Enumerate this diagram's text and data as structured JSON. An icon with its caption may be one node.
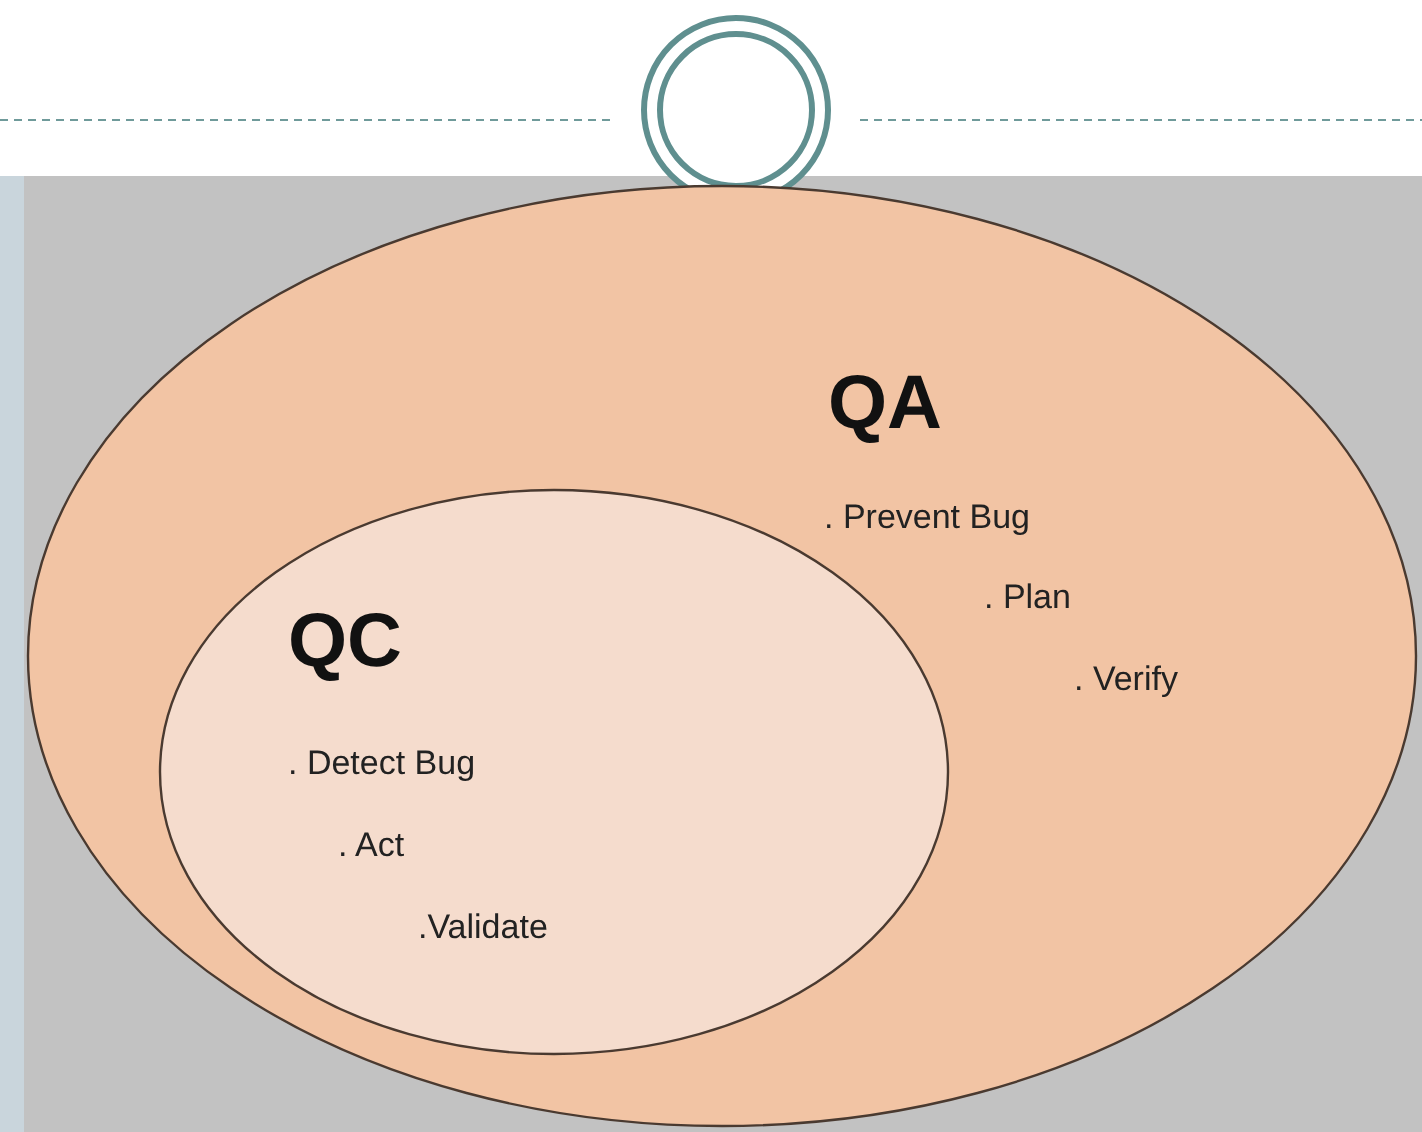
{
  "diagram": {
    "nodes": [
      {
        "text": [
          "QA",
          ". Prevent Bug",
          ". Plan",
          ". Verify"
        ]
      },
      {
        "text": [
          "QC",
          ". Detect Bug",
          ". Act",
          ".Validate"
        ],
        "in": 0
      }
    ]
  }
}
